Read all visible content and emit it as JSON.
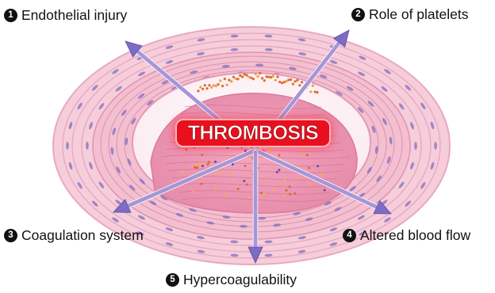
{
  "title": "THROMBOSIS",
  "factors": [
    {
      "number": "1",
      "label": "Endothelial injury"
    },
    {
      "number": "2",
      "label": "Role of platelets"
    },
    {
      "number": "3",
      "label": "Coagulation system"
    },
    {
      "number": "4",
      "label": "Altered blood flow"
    },
    {
      "number": "5",
      "label": "Hypercoagulability"
    }
  ],
  "colors": {
    "title_bg": "#e8101e",
    "vessel_wall": "#f3c3d3",
    "arrow": "#8a7bc9"
  }
}
